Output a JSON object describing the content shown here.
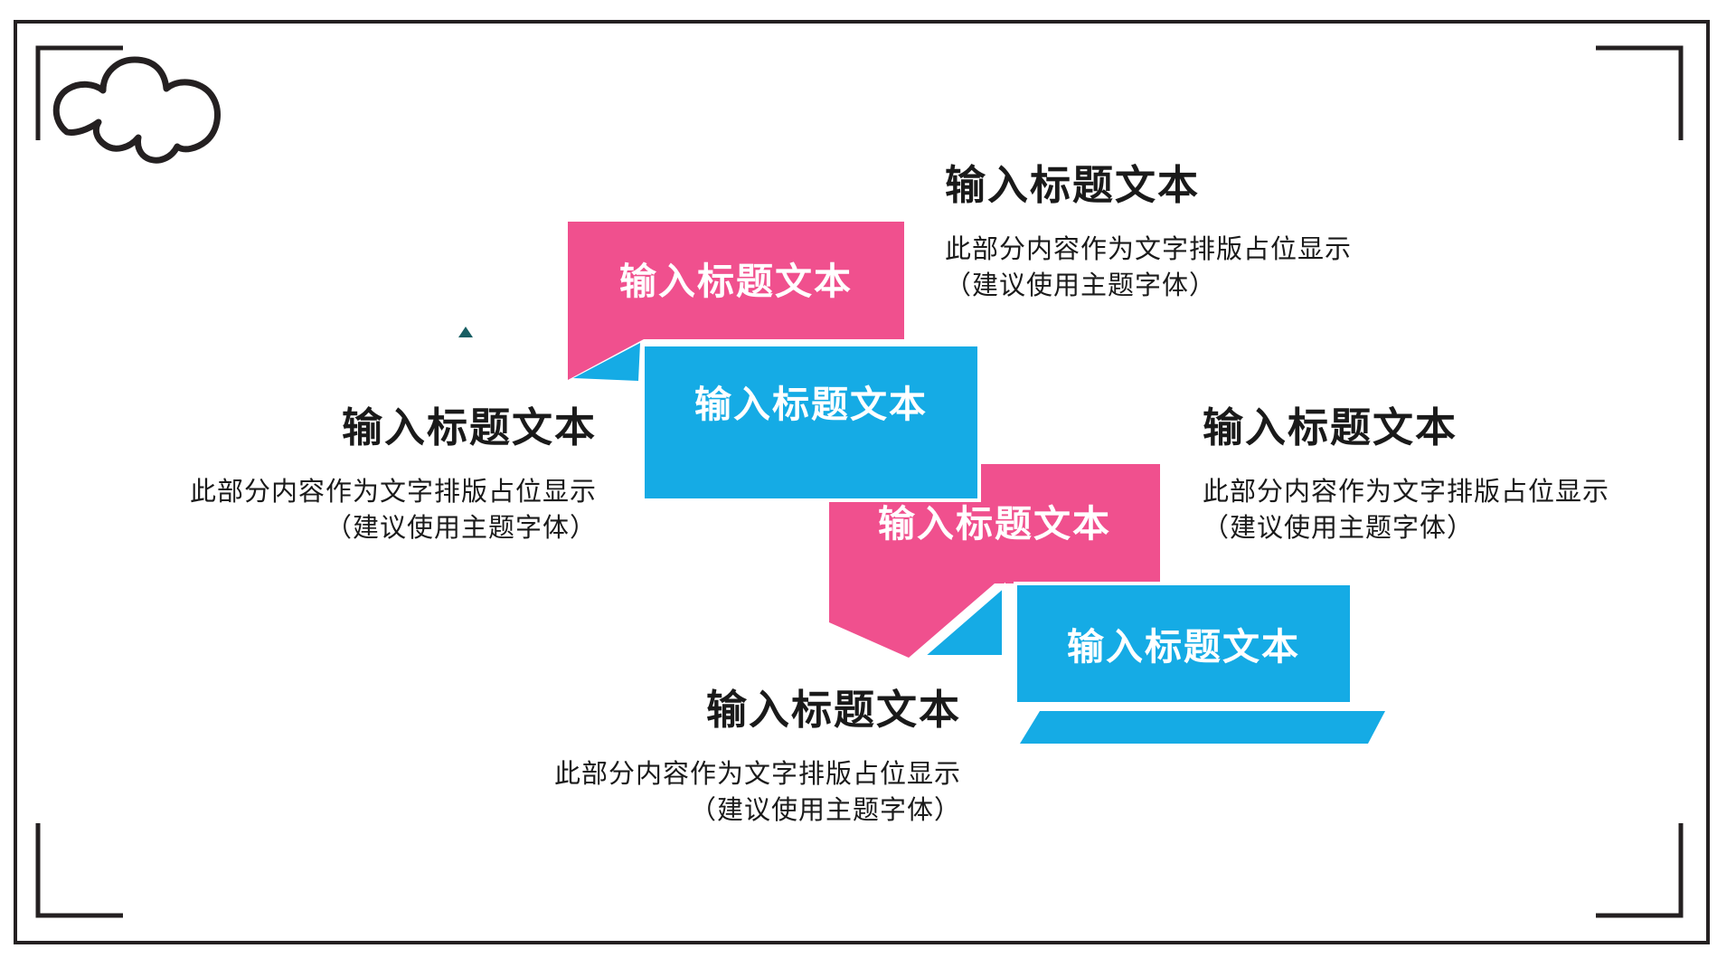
{
  "ribbons": [
    {
      "label": "输入标题文本"
    },
    {
      "label": "输入标题文本"
    },
    {
      "label": "输入标题文本"
    },
    {
      "label": "输入标题文本"
    }
  ],
  "blocks": [
    {
      "title": "输入标题文本",
      "body_line1": "此部分内容作为文字排版占位显示",
      "body_line2": "（建议使用主题字体）"
    },
    {
      "title": "输入标题文本",
      "body_line1": "此部分内容作为文字排版占位显示",
      "body_line2": "（建议使用主题字体）"
    },
    {
      "title": "输入标题文本",
      "body_line1": "此部分内容作为文字排版占位显示",
      "body_line2": "（建议使用主题字体）"
    },
    {
      "title": "输入标题文本",
      "body_line1": "此部分内容作为文字排版占位显示",
      "body_line2": "（建议使用主题字体）"
    }
  ],
  "colors": {
    "pink": "#f0508e",
    "blue": "#15abe5",
    "ink": "#242021",
    "dot_teal": "#175e63",
    "label_text": "#ffffff",
    "body_text": "#1a1a1a"
  }
}
